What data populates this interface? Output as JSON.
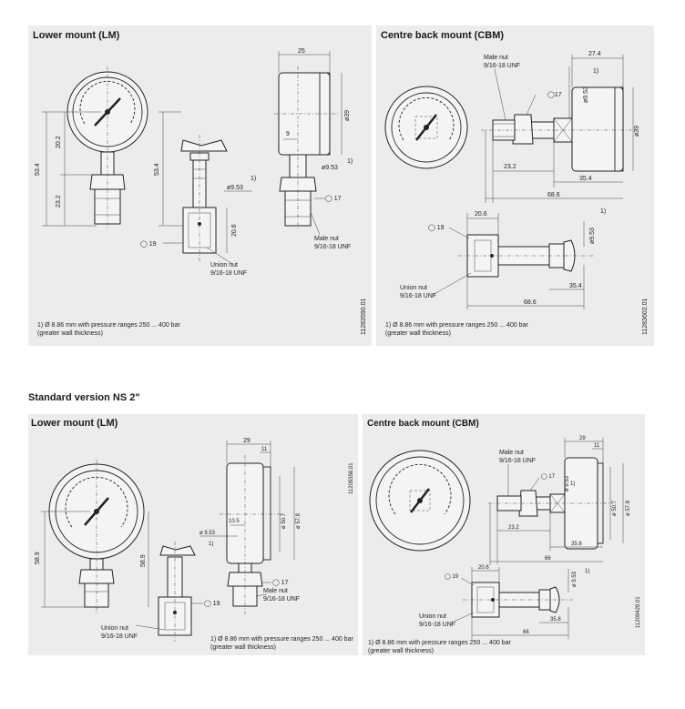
{
  "section_title": "Standard version NS 2\"",
  "panels": {
    "top_lm": {
      "title": "Lower mount (LM)",
      "dims": {
        "total_height": "53.4",
        "upper_height": "20.2",
        "lower_height": "23.2",
        "height_mid": "53.4",
        "width": "25",
        "dia_case": "ø39",
        "dia_stem_1": "ø9.53",
        "dia_stem_2": "ø9.53",
        "stem_offset": "9",
        "nut_height": "20.6",
        "o19": "◯ 19",
        "o17": "◯ 17",
        "ref1": "1)",
        "ref2": "1)"
      },
      "labels": {
        "union_nut": "Union nut",
        "union_thread": "9/16-18 UNF",
        "male_nut": "Male nut",
        "male_thread": "9/16-18 UNF"
      },
      "note": [
        "1)  Ø 8.86 mm with pressure ranges 250 ... 400 bar",
        "     (greater wall thickness)"
      ],
      "code": "11283590.01"
    },
    "top_cbm": {
      "title": "Centre back mount (CBM)",
      "dims": {
        "male_nut": "Male nut",
        "male_thread": "9/16-18 UNF",
        "width": "27.4",
        "dia_stem": "ø9.53",
        "o17": "◯17",
        "dia_case": "ø39",
        "len1": "23.2",
        "len2": "35.4",
        "len3": "68.6",
        "nut_len": "20.6",
        "dia_stem_2": "ø9.53",
        "o19": "◯ 19",
        "len4": "35.4",
        "len5": "68.6",
        "ref1": "1)",
        "ref2": "1)"
      },
      "labels": {
        "union_nut": "Union nut",
        "union_thread": "9/16-18 UNF"
      },
      "note": [
        "1)  Ø 8.86 mm with pressure ranges 250 ... 400 bar",
        "     (greater wall thickness)"
      ],
      "code": "11283602.01"
    },
    "bot_lm": {
      "title": "Lower mount (LM)",
      "dims": {
        "width": "29",
        "rim": "11",
        "dia_inner": "ø 50.7",
        "dia_outer": "ø 57.8",
        "height_left": "58.9",
        "height_mid": "58.9",
        "dia_stem": "ø 9.53",
        "ref1": "1)",
        "offset": "10.5",
        "o17": "◯ 17",
        "o19": "◯ 19"
      },
      "labels": {
        "male_nut": "Male nut",
        "male_thread": "9/16-18 UNF",
        "union_nut": "Union nut",
        "union_thread": "9/16-18 UNF"
      },
      "note": [
        "1)  Ø 8.86 mm with pressure ranges 250 ... 400 bar",
        "     (greater wall thickness)"
      ],
      "code": "11209356.01"
    },
    "bot_cbm": {
      "title": "Centre back mount (CBM)",
      "dims": {
        "male_nut": "Male nut",
        "male_thread": "9/16-18 UNF",
        "width": "29",
        "rim": "11",
        "o17": "◯ 17",
        "dia_stem": "ø 9.53",
        "dia_inner": "ø 50.7",
        "dia_outer": "ø 57.8",
        "len1": "23.2",
        "len2": "35.8",
        "len3": "66",
        "nut_len": "20.6",
        "o19": "◯ 19",
        "dia_stem_2": "ø 9.53",
        "ref1": "1)",
        "ref2": "1)",
        "len4": "35.8",
        "len5": "66"
      },
      "labels": {
        "union_nut": "Union nut",
        "union_thread": "9/16-18 UNF"
      },
      "note": [
        "1)  Ø 8.86 mm with pressure ranges 250 ... 400 bar",
        "     (greater wall thickness)"
      ],
      "code": "11209429.01"
    }
  }
}
